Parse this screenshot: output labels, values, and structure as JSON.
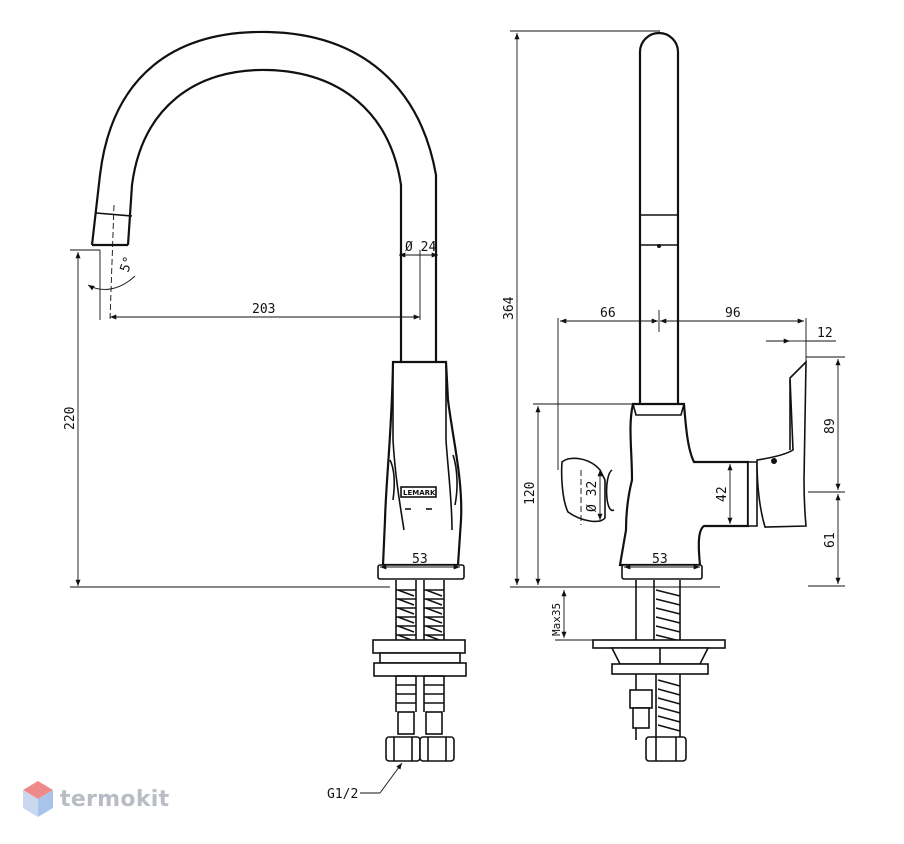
{
  "dimensions": {
    "d_24": "Ø 24",
    "d_5": "5°",
    "d_203": "203",
    "d_220": "220",
    "d_53_front": "53",
    "d_364": "364",
    "d_66": "66",
    "d_96": "96",
    "d_12": "12",
    "d_89": "89",
    "d_120": "120",
    "d_32": "Ø 32",
    "d_42": "42",
    "d_53_side": "53",
    "d_61": "61",
    "d_max35": "Max35",
    "thread": "G1/2"
  },
  "body_logo": "LEMARK",
  "watermark": {
    "text": "termokit",
    "icon": "hexagon-logo-icon"
  },
  "colors": {
    "line": "#111111",
    "watermark": "#b9bcc4",
    "watermark_icon_top": "#f08a8a",
    "watermark_icon_bottom": "#a9c4ea"
  }
}
